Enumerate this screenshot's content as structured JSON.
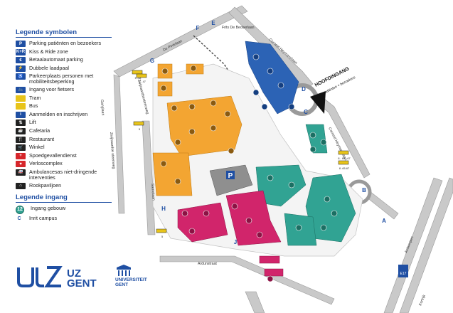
{
  "legend": {
    "symbols_title": "Legende symbolen",
    "symbols": [
      {
        "icon": "parking-icon",
        "label": "Parking patiënten en bezoekers",
        "color": "#1f4fa3",
        "glyph": "P"
      },
      {
        "icon": "kiss-ride-icon",
        "label": "Kiss & Ride zone",
        "color": "#1f4fa3",
        "glyph": "K+R"
      },
      {
        "icon": "payment-machine-icon",
        "label": "Betaalautomaat parking",
        "color": "#1f4fa3",
        "glyph": "€"
      },
      {
        "icon": "charging-station-icon",
        "label": "Dubbele laadpaal",
        "color": "#1f4fa3",
        "glyph": "⚡"
      },
      {
        "icon": "accessible-parking-icon",
        "label": "Parkeerplaats personen met mobiliteitsbeperking",
        "color": "#1f4fa3",
        "glyph": "♿"
      },
      {
        "icon": "bicycle-entrance-icon",
        "label": "Ingang voor fietsers",
        "color": "#1f4fa3",
        "glyph": "🚲"
      },
      {
        "icon": "tram-icon",
        "label": "Tram",
        "color": "#e8c41a",
        "glyph": ""
      },
      {
        "icon": "bus-icon",
        "label": "Bus",
        "color": "#e8c41a",
        "glyph": ""
      },
      {
        "icon": "registration-icon",
        "label": "Aanmelden en inschrijven",
        "color": "#1f4fa3",
        "glyph": "i"
      },
      {
        "icon": "elevator-icon",
        "label": "Lift",
        "color": "#222222",
        "glyph": "⇅"
      },
      {
        "icon": "cafeteria-icon",
        "label": "Cafetaria",
        "color": "#222222",
        "glyph": "☕"
      },
      {
        "icon": "restaurant-icon",
        "label": "Restaurant",
        "color": "#222222",
        "glyph": "🍴"
      },
      {
        "icon": "shop-icon",
        "label": "Winkel",
        "color": "#222222",
        "glyph": "🛒"
      },
      {
        "icon": "emergency-icon",
        "label": "Spoedgevallendienst",
        "color": "#d6262b",
        "glyph": "+"
      },
      {
        "icon": "nursing-complex-icon",
        "label": "Verloscomplex",
        "color": "#d6262b",
        "glyph": "♥"
      },
      {
        "icon": "ambulance-icon",
        "label": "Ambulancesas niet-dringende interventies",
        "color": "#222222",
        "glyph": "🚑"
      },
      {
        "icon": "smoking-pavilion-icon",
        "label": "Rookpaviljoen",
        "color": "#222222",
        "glyph": "⌂"
      }
    ],
    "entrance_title": "Legende ingang",
    "entrances": [
      {
        "icon": "building-entrance-icon",
        "label": "Ingang gebouw",
        "glyph": "12"
      },
      {
        "icon": "campus-entrance-icon",
        "label": "Inrit campus",
        "glyph": "C"
      }
    ]
  },
  "logos": {
    "uz_line1": "UZ",
    "uz_line2": "GENT",
    "ug_line1": "UNIVERSITEIT",
    "ug_line2": "GENT"
  },
  "streets": {
    "pintelaan": "De Pintelaan",
    "corneel_top": "Corneel Heymanslaan",
    "corneel_right": "Corneel Heymanslaan",
    "frits": "Frits De Beckerlaan",
    "zwijnaarde": "Zwijnaardsesteenweg",
    "zwijnaarde2": "Zwijnaardse steenweg",
    "eeklaan": "Sterrelaan",
    "ardenstraat": "Ardunstraat",
    "kortrijk": "Kortrijk",
    "antwerpen": "Antwerpen",
    "e17": "E17",
    "ganglaan": "Ganglaan"
  },
  "hoofdingang": {
    "title": "HOOFDINGANG",
    "subtitle": "patiënten + bezoekers"
  },
  "campus_entrances": [
    "A",
    "B",
    "C",
    "D",
    "E",
    "F",
    "G",
    "H",
    "J"
  ],
  "bus_labels": [
    "5 -48",
    "5 - 47",
    "5",
    "8 - 65 - 67",
    "8 -65-67",
    "5"
  ],
  "colors": {
    "orange_building": "#f3a532",
    "teal_building": "#31a393",
    "magenta_building": "#d1256b",
    "blue_building": "#2c63b5",
    "grey_building": "#8f8f8f",
    "road": "#c8c8c8",
    "accent": "#1f4fa3"
  }
}
